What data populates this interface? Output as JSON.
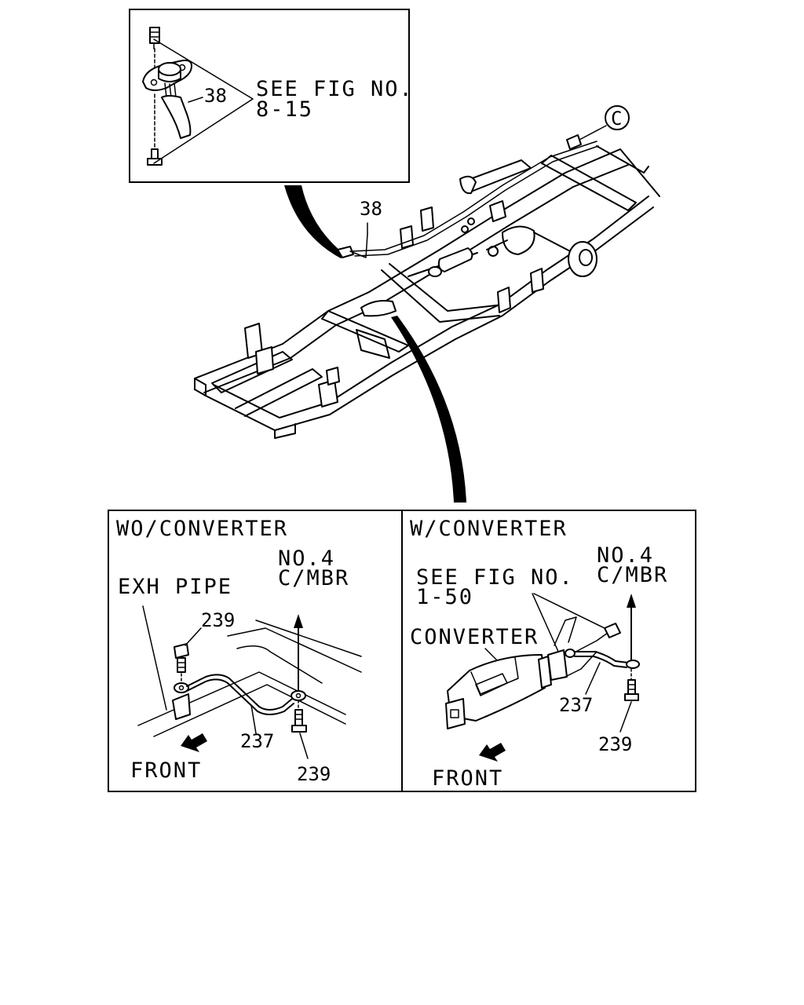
{
  "inset_top": {
    "part_number": "38",
    "see_fig_line1": "SEE FIG NO.",
    "see_fig_line2": "8-15"
  },
  "frame_view": {
    "part_number": "38",
    "connector_callout": "C"
  },
  "panel_left": {
    "title": "WO/CONVERTER",
    "exh_pipe_label": "EXH PIPE",
    "crossmember_line1": "NO.4",
    "crossmember_line2": "C/MBR",
    "bolt_upper_number": "239",
    "strap_number": "237",
    "bolt_lower_number": "239",
    "front_label": "FRONT"
  },
  "panel_right": {
    "title": "W/CONVERTER",
    "see_fig_line1": "SEE FIG NO.",
    "see_fig_line2": "1-50",
    "crossmember_line1": "NO.4",
    "crossmember_line2": "C/MBR",
    "converter_label": "CONVERTER",
    "strap_number": "237",
    "bolt_number": "239",
    "front_label": "FRONT"
  }
}
